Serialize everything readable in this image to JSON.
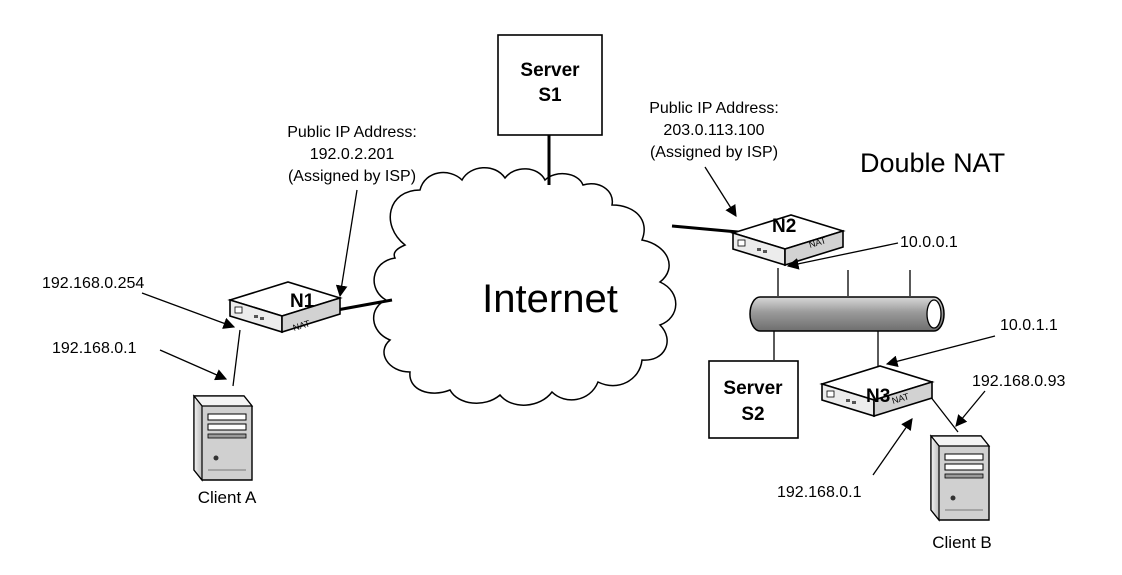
{
  "diagram": {
    "cloud_label": "Internet",
    "title": "Double NAT",
    "server_s1": {
      "line1": "Server",
      "line2": "S1"
    },
    "server_s2": {
      "line1": "Server",
      "line2": "S2"
    },
    "n1": {
      "label": "N1",
      "badge": "NAT"
    },
    "n2": {
      "label": "N2",
      "badge": "NAT"
    },
    "n3": {
      "label": "N3",
      "badge": "NAT"
    },
    "n1_public": {
      "line1": "Public IP Address:",
      "line2": "192.0.2.201",
      "line3": "(Assigned by ISP)"
    },
    "n2_public": {
      "line1": "Public IP Address:",
      "line2": "203.0.113.100",
      "line3": "(Assigned by ISP)"
    },
    "ip_n1_lan": "192.168.0.254",
    "ip_client_a": "192.168.0.1",
    "ip_n2_inside": "10.0.0.1",
    "ip_n3_wan": "10.0.1.1",
    "ip_client_b": "192.168.0.93",
    "ip_n3_lan": "192.168.0.1",
    "client_a": "Client A",
    "client_b": "Client B"
  }
}
